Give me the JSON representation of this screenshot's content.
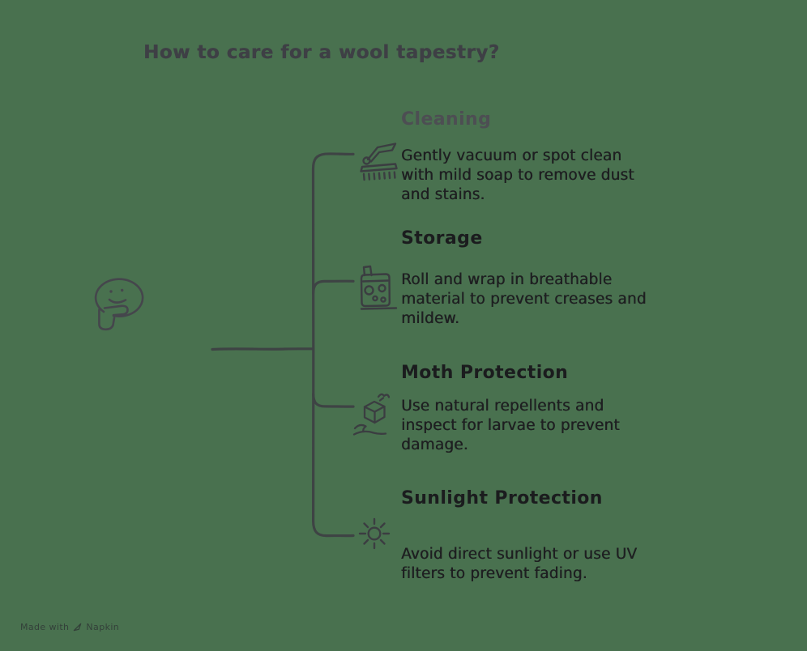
{
  "title": "How to care for a wool tapestry?",
  "branches": [
    {
      "label": "Cleaning",
      "icon": "vacuum-brush-icon",
      "description": "Gently vacuum or spot clean with mild soap to remove dust and stains."
    },
    {
      "label": "Storage",
      "icon": "wrapped-roll-icon",
      "description": "Roll and wrap in breathable material to prevent creases and mildew."
    },
    {
      "label": "Moth Protection",
      "icon": "repellent-block-hand-icon",
      "description": "Use natural repellents and inspect for larvae to prevent damage."
    },
    {
      "label": "Sunlight Protection",
      "icon": "sun-icon",
      "description": "Avoid direct sunlight or use UV filters to prevent fading."
    }
  ],
  "root_icon": "thinking-face-icon",
  "footer": {
    "prefix": "Made with",
    "brand": "Napkin"
  },
  "colors": {
    "background": "#49714F",
    "connector_line": "#3E4044",
    "icon_stroke": "#3B3D41",
    "title_text": "#3E3F45",
    "cleaning_heading": "#4D4E53",
    "heading_text": "#1B1C1E",
    "body_text": "#1E1F21",
    "footer_text": "#2E3334"
  }
}
